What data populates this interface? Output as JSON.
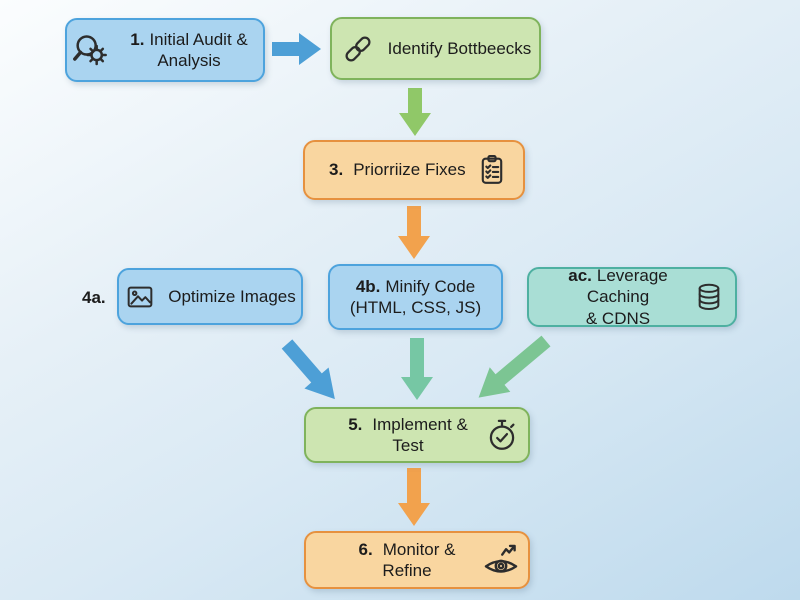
{
  "diagram": {
    "type": "flowchart",
    "topic": "Website performance optimization process"
  },
  "colors": {
    "bg_start": "#fbfdfe",
    "bg_end": "#bedaed",
    "blue_fill": "#aad4f0",
    "blue_border": "#4da3dd",
    "green_fill": "#cde5b1",
    "green_border": "#7fb35c",
    "orange_fill": "#f9d6a0",
    "orange_border": "#e6913f",
    "teal_fill": "#a9ded5",
    "teal_border": "#4eb0a1",
    "arrow_blue": "#4d9fd6",
    "arrow_green": "#90c868",
    "arrow_orange": "#f2a24d",
    "arrow_teal": "#76c7a4",
    "arrow_green_diag": "#7cc593",
    "icon_stroke": "#2d2d2d",
    "text": "#1c1c1c"
  },
  "nodes": {
    "audit": {
      "number": "1.",
      "label": "Initial Audit & Analysis",
      "icon": "search-gear-icon",
      "color": "blue"
    },
    "bottlenecks": {
      "label": "Identify Bottbeecks",
      "icon": "link-icon",
      "color": "green"
    },
    "prioritize": {
      "number": "3.",
      "label": "Priorriize Fixes",
      "icon": "clipboard-check-icon",
      "color": "orange"
    },
    "optimize": {
      "side_label": "4a.",
      "label": "Optimize Images",
      "icon": "image-icon",
      "color": "blue"
    },
    "minify": {
      "number": "4b.",
      "label": "Minify Code",
      "label2": "(HTML, CSS, JS)",
      "color": "blue"
    },
    "caching": {
      "number": "ac.",
      "label": "Leverage Caching",
      "label2": "& CDNS",
      "icon": "database-icon",
      "color": "teal"
    },
    "implement": {
      "number": "5.",
      "label": "Implement & Test",
      "icon": "stopwatch-check-icon",
      "color": "green"
    },
    "monitor": {
      "number": "6.",
      "label": "Monitor & Refine",
      "icon": "eye-trend-icon",
      "color": "orange"
    }
  },
  "arrows": [
    {
      "id": "audit-to-identify",
      "color_key": "arrow_blue",
      "direction": "right"
    },
    {
      "id": "identify-to-prioritize",
      "color_key": "arrow_green",
      "direction": "down"
    },
    {
      "id": "prioritize-to-minify",
      "color_key": "arrow_orange",
      "direction": "down"
    },
    {
      "id": "optimize-to-implement",
      "color_key": "arrow_blue",
      "direction": "diagonal-down-right"
    },
    {
      "id": "minify-to-implement",
      "color_key": "arrow_teal",
      "direction": "down"
    },
    {
      "id": "caching-to-implement",
      "color_key": "arrow_green_diag",
      "direction": "diagonal-down-left"
    },
    {
      "id": "implement-to-monitor",
      "color_key": "arrow_orange",
      "direction": "down"
    }
  ]
}
